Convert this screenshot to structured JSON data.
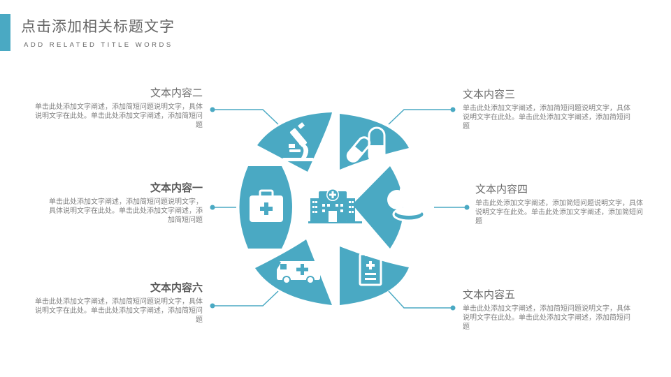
{
  "header": {
    "title": "点击添加相关标题文字",
    "subtitle": "ADD RELATED TITLE WORDS"
  },
  "colors": {
    "accent": "#4aa9c3",
    "text_dark": "#666666",
    "text_light": "#808080"
  },
  "items": {
    "one": {
      "title": "文本内容一",
      "desc": "单击此处添加文字阐述，添加简短问题说明文字，具体说明文字在此处。单击此处添加文字阐述，添加简短问题",
      "icon": "medical-kit-icon"
    },
    "two": {
      "title": "文本内容二",
      "desc": "单击此处添加文字阐述，添加简短问题说明文字，具体说明文字在此处。单击此处添加文字阐述，添加简短问题",
      "icon": "microscope-icon"
    },
    "three": {
      "title": "文本内容三",
      "desc": "单击此处添加文字阐述，添加简短问题说明文字，具体说明文字在此处。单击此处添加文字阐述，添加简短问题",
      "icon": "pills-icon"
    },
    "four": {
      "title": "文本内容四",
      "desc": "单击此处添加文字阐述，添加简短问题说明文字，具体说明文字在此处。单击此处添加文字阐述，添加简短问题",
      "icon": "chart-pill-icon"
    },
    "five": {
      "title": "文本内容五",
      "desc": "单击此处添加文字阐述，添加简短问题说明文字，具体说明文字在此处。单击此处添加文字阐述，添加简短问题",
      "icon": "clipboard-icon"
    },
    "six": {
      "title": "文本内容六",
      "desc": "单击此处添加文字阐述，添加简短问题说明文字，具体说明文字在此处。单击此处添加文字阐述，添加简短问题",
      "icon": "ambulance-icon"
    }
  },
  "center_icon": "hospital-icon"
}
